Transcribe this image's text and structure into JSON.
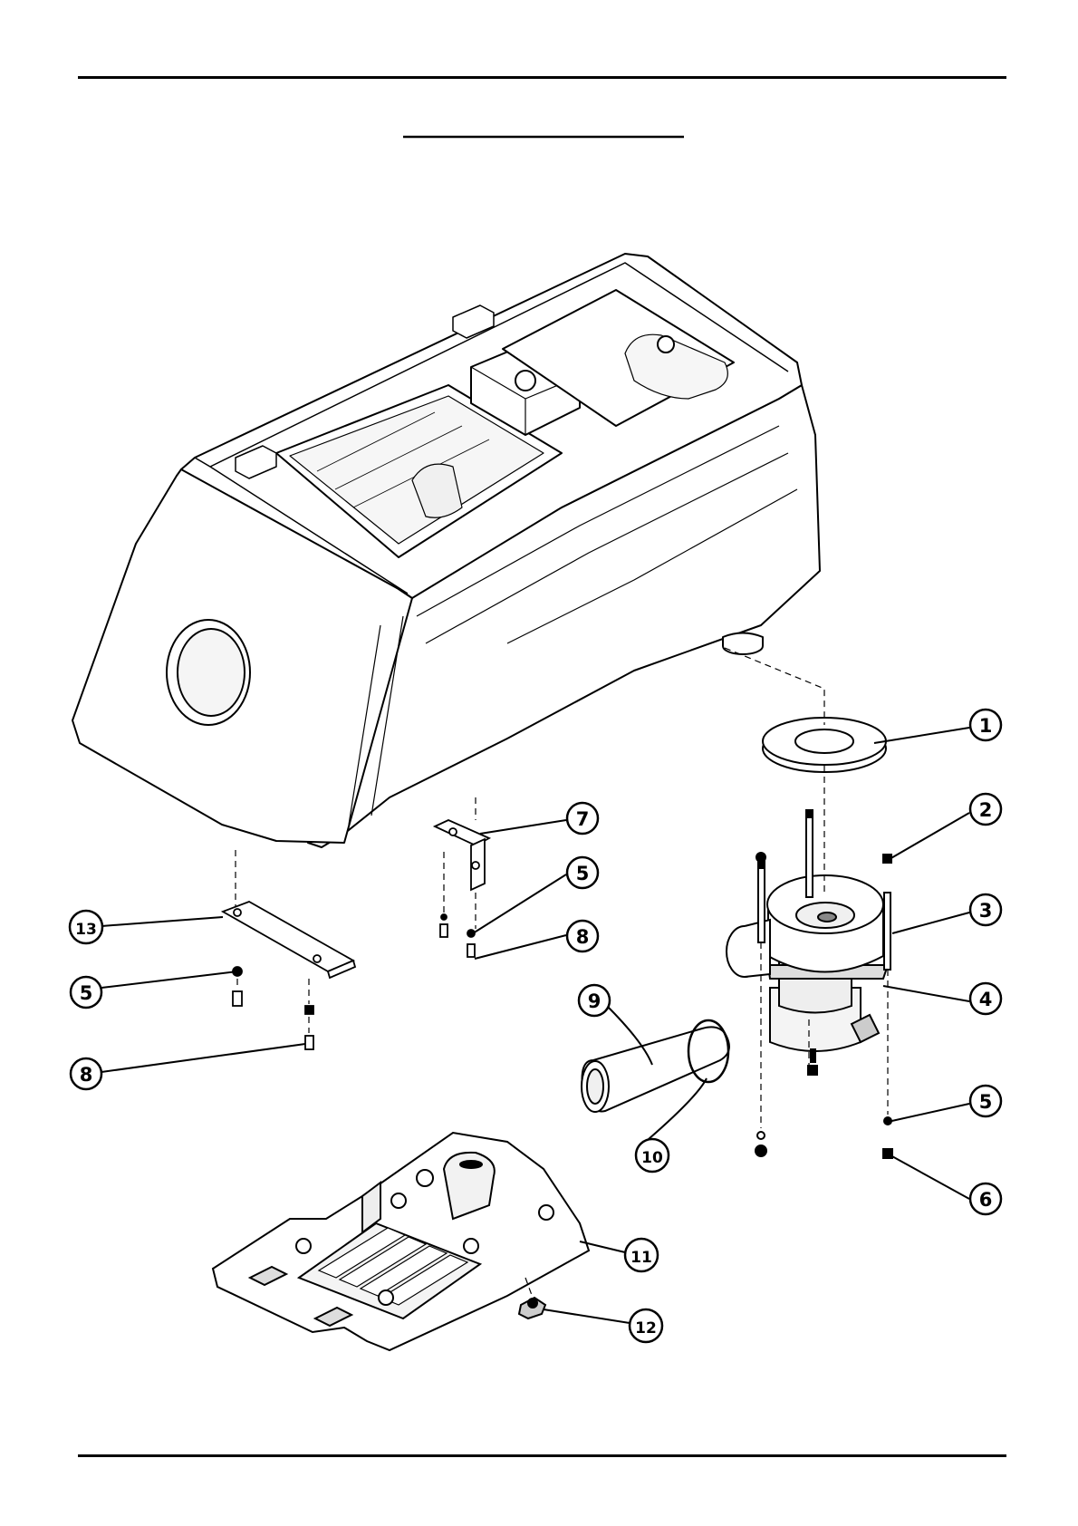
{
  "diagram": {
    "title": "",
    "callouts": [
      {
        "id": "c1",
        "label": "1"
      },
      {
        "id": "c2",
        "label": "2"
      },
      {
        "id": "c3",
        "label": "3"
      },
      {
        "id": "c4",
        "label": "4"
      },
      {
        "id": "c5a",
        "label": "5"
      },
      {
        "id": "c5b",
        "label": "5"
      },
      {
        "id": "c5c",
        "label": "5"
      },
      {
        "id": "c6",
        "label": "6"
      },
      {
        "id": "c7",
        "label": "7"
      },
      {
        "id": "c8a",
        "label": "8"
      },
      {
        "id": "c8b",
        "label": "8"
      },
      {
        "id": "c9",
        "label": "9"
      },
      {
        "id": "c10",
        "label": "10"
      },
      {
        "id": "c11",
        "label": "11"
      },
      {
        "id": "c12",
        "label": "12"
      },
      {
        "id": "c13",
        "label": "13"
      }
    ],
    "colors": {
      "ink": "#000000",
      "paper": "#ffffff",
      "shade": "#f2f2f2"
    }
  }
}
